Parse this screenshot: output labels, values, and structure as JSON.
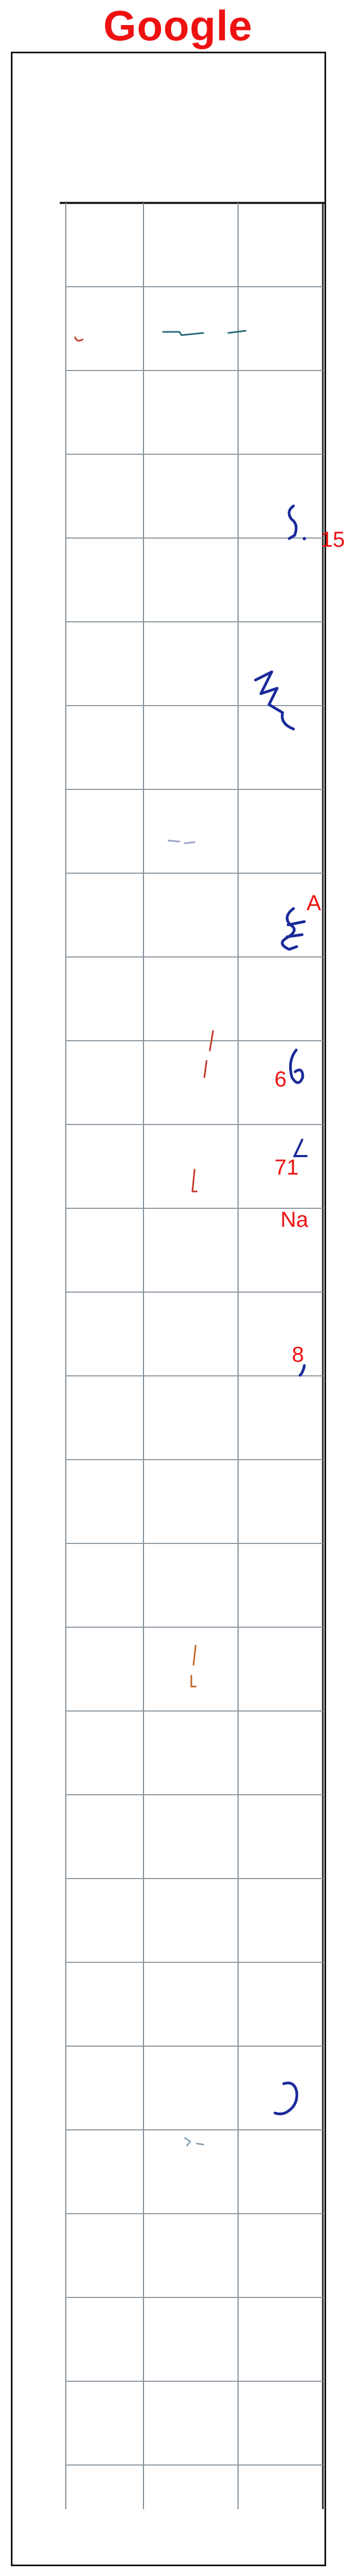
{
  "header": {
    "title": "Google"
  },
  "overlay_labels": [
    {
      "text": "15"
    },
    {
      "text": "A"
    },
    {
      "text": "6"
    },
    {
      "text": "71"
    },
    {
      "text": "Na"
    },
    {
      "text": "8"
    }
  ],
  "colors": {
    "title": "#ee1111",
    "overlay_text": "#ee1111",
    "grid_lines": "#7f8c96",
    "frame": "#111111",
    "ink_blue": "#1a2a9a",
    "ink_red": "#c23a2a"
  }
}
